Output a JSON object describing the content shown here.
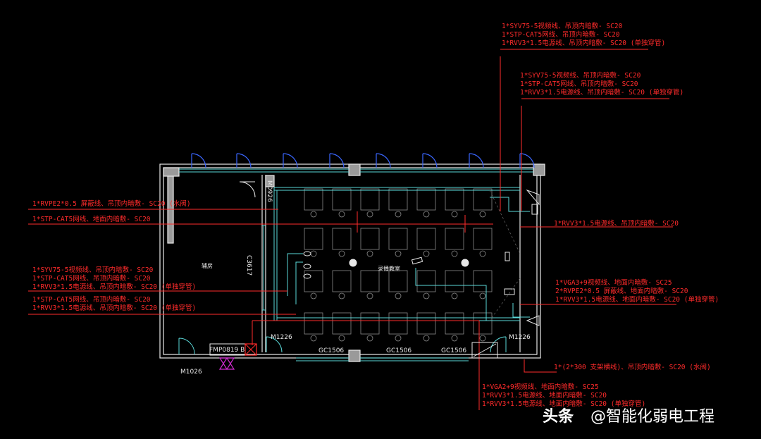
{
  "rooms": {
    "auxiliary": "辅房",
    "recording": "录播教室"
  },
  "doors_windows": {
    "m0926": "M0926",
    "c3617": "C3617",
    "m1226_left": "M1226",
    "m1226_right": "M1226",
    "m1026": "M1026",
    "fm": "FMP0819 B",
    "gc1": "GC1506",
    "gc2": "GC1506",
    "gc3": "GC1506"
  },
  "annotations": {
    "top1": [
      "1*SYV75-5视频线、吊顶内暗敷- SC20",
      "1*STP-CAT5网线、吊顶内暗敷- SC20",
      "1*RVV3*1.5电源线、吊顶内暗敷- SC20 (单独穿管)"
    ],
    "top2": [
      "1*SYV75-5视频线、吊顶内暗敷- SC20",
      "1*STP-CAT5网线、吊顶内暗敷- SC20",
      "1*RVV3*1.5电源线、吊顶内暗敷- SC20 (单独穿管)"
    ],
    "left1": "1*RVPE2*0.5 屏蔽线、吊顶内暗敷- SC20 (水阀)",
    "left2": "1*STP-CAT5网线、地面内暗敷- SC20",
    "left3": [
      "1*SYV75-5视频线、吊顶内暗敷- SC20",
      "1*STP-CAT5网线、吊顶内暗敷- SC20",
      "1*RVV3*1.5电源线、吊顶内暗敷- SC20 (单独穿管)",
      "1*STP-CAT5网线、吊顶内暗敷- SC20",
      "1*RVV3*1.5电源线、吊顶内暗敷- SC20 (单独穿管)"
    ],
    "right1": "1*RVV3*1.5电源线、吊顶内暗敷- SC20",
    "right2": [
      "1*VGA3+9视频线、地面内暗敷- SC25",
      "2*RVPE2*0.5 屏蔽线、地面内暗敷- SC20",
      "1*RVV3*1.5电源线、地面内暗敷- SC20 (单独穿管)"
    ],
    "right3": "1*(2*300 支架横线)、吊顶内暗敷- SC20 (水阀)",
    "bottom": [
      "1*VGA2+9视频线、地面内暗敷- SC25",
      "1*RVV3*1.5电源线、地面内暗敷- SC20",
      "1*RVV3*1.5电源线、地面内暗敷- SC20 (单独穿管)"
    ]
  },
  "watermark": {
    "brand": "头条",
    "user": "@智能化弱电工程"
  },
  "colors": {
    "wire": "#ff2b2b",
    "wall": "#e8e8e8",
    "cyan": "#5ad8d8",
    "blue": "#3a66ff",
    "magenta": "#d02bd0"
  }
}
